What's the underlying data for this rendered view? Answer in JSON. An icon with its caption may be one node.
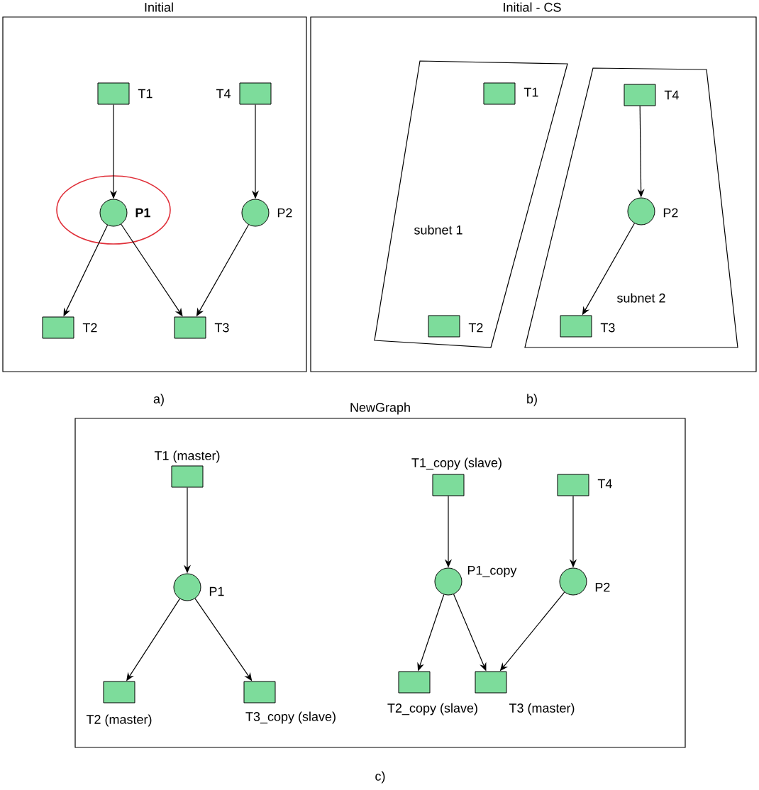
{
  "diagram": {
    "nodes": [
      {
        "text": [
          "Initial"
        ],
        "beside": [
          "a)"
        ]
      },
      {
        "text": [
          "T1"
        ],
        "in": 0
      },
      {
        "text": [
          "T4"
        ],
        "in": 0
      },
      {
        "text": [
          "**P1**"
        ],
        "in": 0
      },
      {
        "text": [
          "P2"
        ],
        "in": 0
      },
      {
        "text": [
          "T2"
        ],
        "in": 0
      },
      {
        "text": [
          "T3"
        ],
        "in": 0
      },
      {
        "text": [
          "Initial - CS"
        ],
        "beside": [
          "b)"
        ]
      },
      {
        "text": [
          "subnet 1"
        ],
        "in": 7
      },
      {
        "text": [
          "T1"
        ],
        "in": 8
      },
      {
        "text": [
          "T2"
        ],
        "in": 8
      },
      {
        "text": [
          "subnet 2"
        ],
        "in": 7
      },
      {
        "text": [
          "T4"
        ],
        "in": 11
      },
      {
        "text": [
          "P2"
        ],
        "in": 11
      },
      {
        "text": [
          "T3"
        ],
        "in": 11
      },
      {
        "text": [
          "NewGraph"
        ],
        "beside": [
          "c)"
        ]
      },
      {
        "text": [
          "T1 (master)"
        ],
        "in": 15
      },
      {
        "text": [
          "T1_copy (slave)"
        ],
        "in": 15
      },
      {
        "text": [
          "T4"
        ],
        "in": 15
      },
      {
        "text": [
          "P1"
        ],
        "in": 15
      },
      {
        "text": [
          "P1_copy"
        ],
        "in": 15
      },
      {
        "text": [
          "P2"
        ],
        "in": 15
      },
      {
        "text": [
          "T2 (master)"
        ],
        "in": 15
      },
      {
        "text": [
          "T3_copy (slave)"
        ],
        "in": 15
      },
      {
        "text": [
          "T2_copy (slave)"
        ],
        "in": 15
      },
      {
        "text": [
          "T3 (master)"
        ],
        "in": 15
      }
    ],
    "edges": [
      {
        "from": 1,
        "to": 3,
        "arrow": "to"
      },
      {
        "from": 2,
        "to": 4,
        "arrow": "to"
      },
      {
        "from": 3,
        "to": 5,
        "arrow": "to"
      },
      {
        "from": 3,
        "to": 6,
        "arrow": "to"
      },
      {
        "from": 4,
        "to": 6,
        "arrow": "to"
      },
      {
        "from": 12,
        "to": 13,
        "arrow": "to"
      },
      {
        "from": 13,
        "to": 14,
        "arrow": "to"
      },
      {
        "from": 16,
        "to": 19,
        "arrow": "to"
      },
      {
        "from": 19,
        "to": 22,
        "arrow": "to"
      },
      {
        "from": 19,
        "to": 23,
        "arrow": "to"
      },
      {
        "from": 17,
        "to": 20,
        "arrow": "to"
      },
      {
        "from": 18,
        "to": 21,
        "arrow": "to"
      },
      {
        "from": 20,
        "to": 24,
        "arrow": "to"
      },
      {
        "from": 20,
        "to": 25,
        "arrow": "to"
      },
      {
        "from": 21,
        "to": 25,
        "arrow": "to"
      }
    ]
  }
}
